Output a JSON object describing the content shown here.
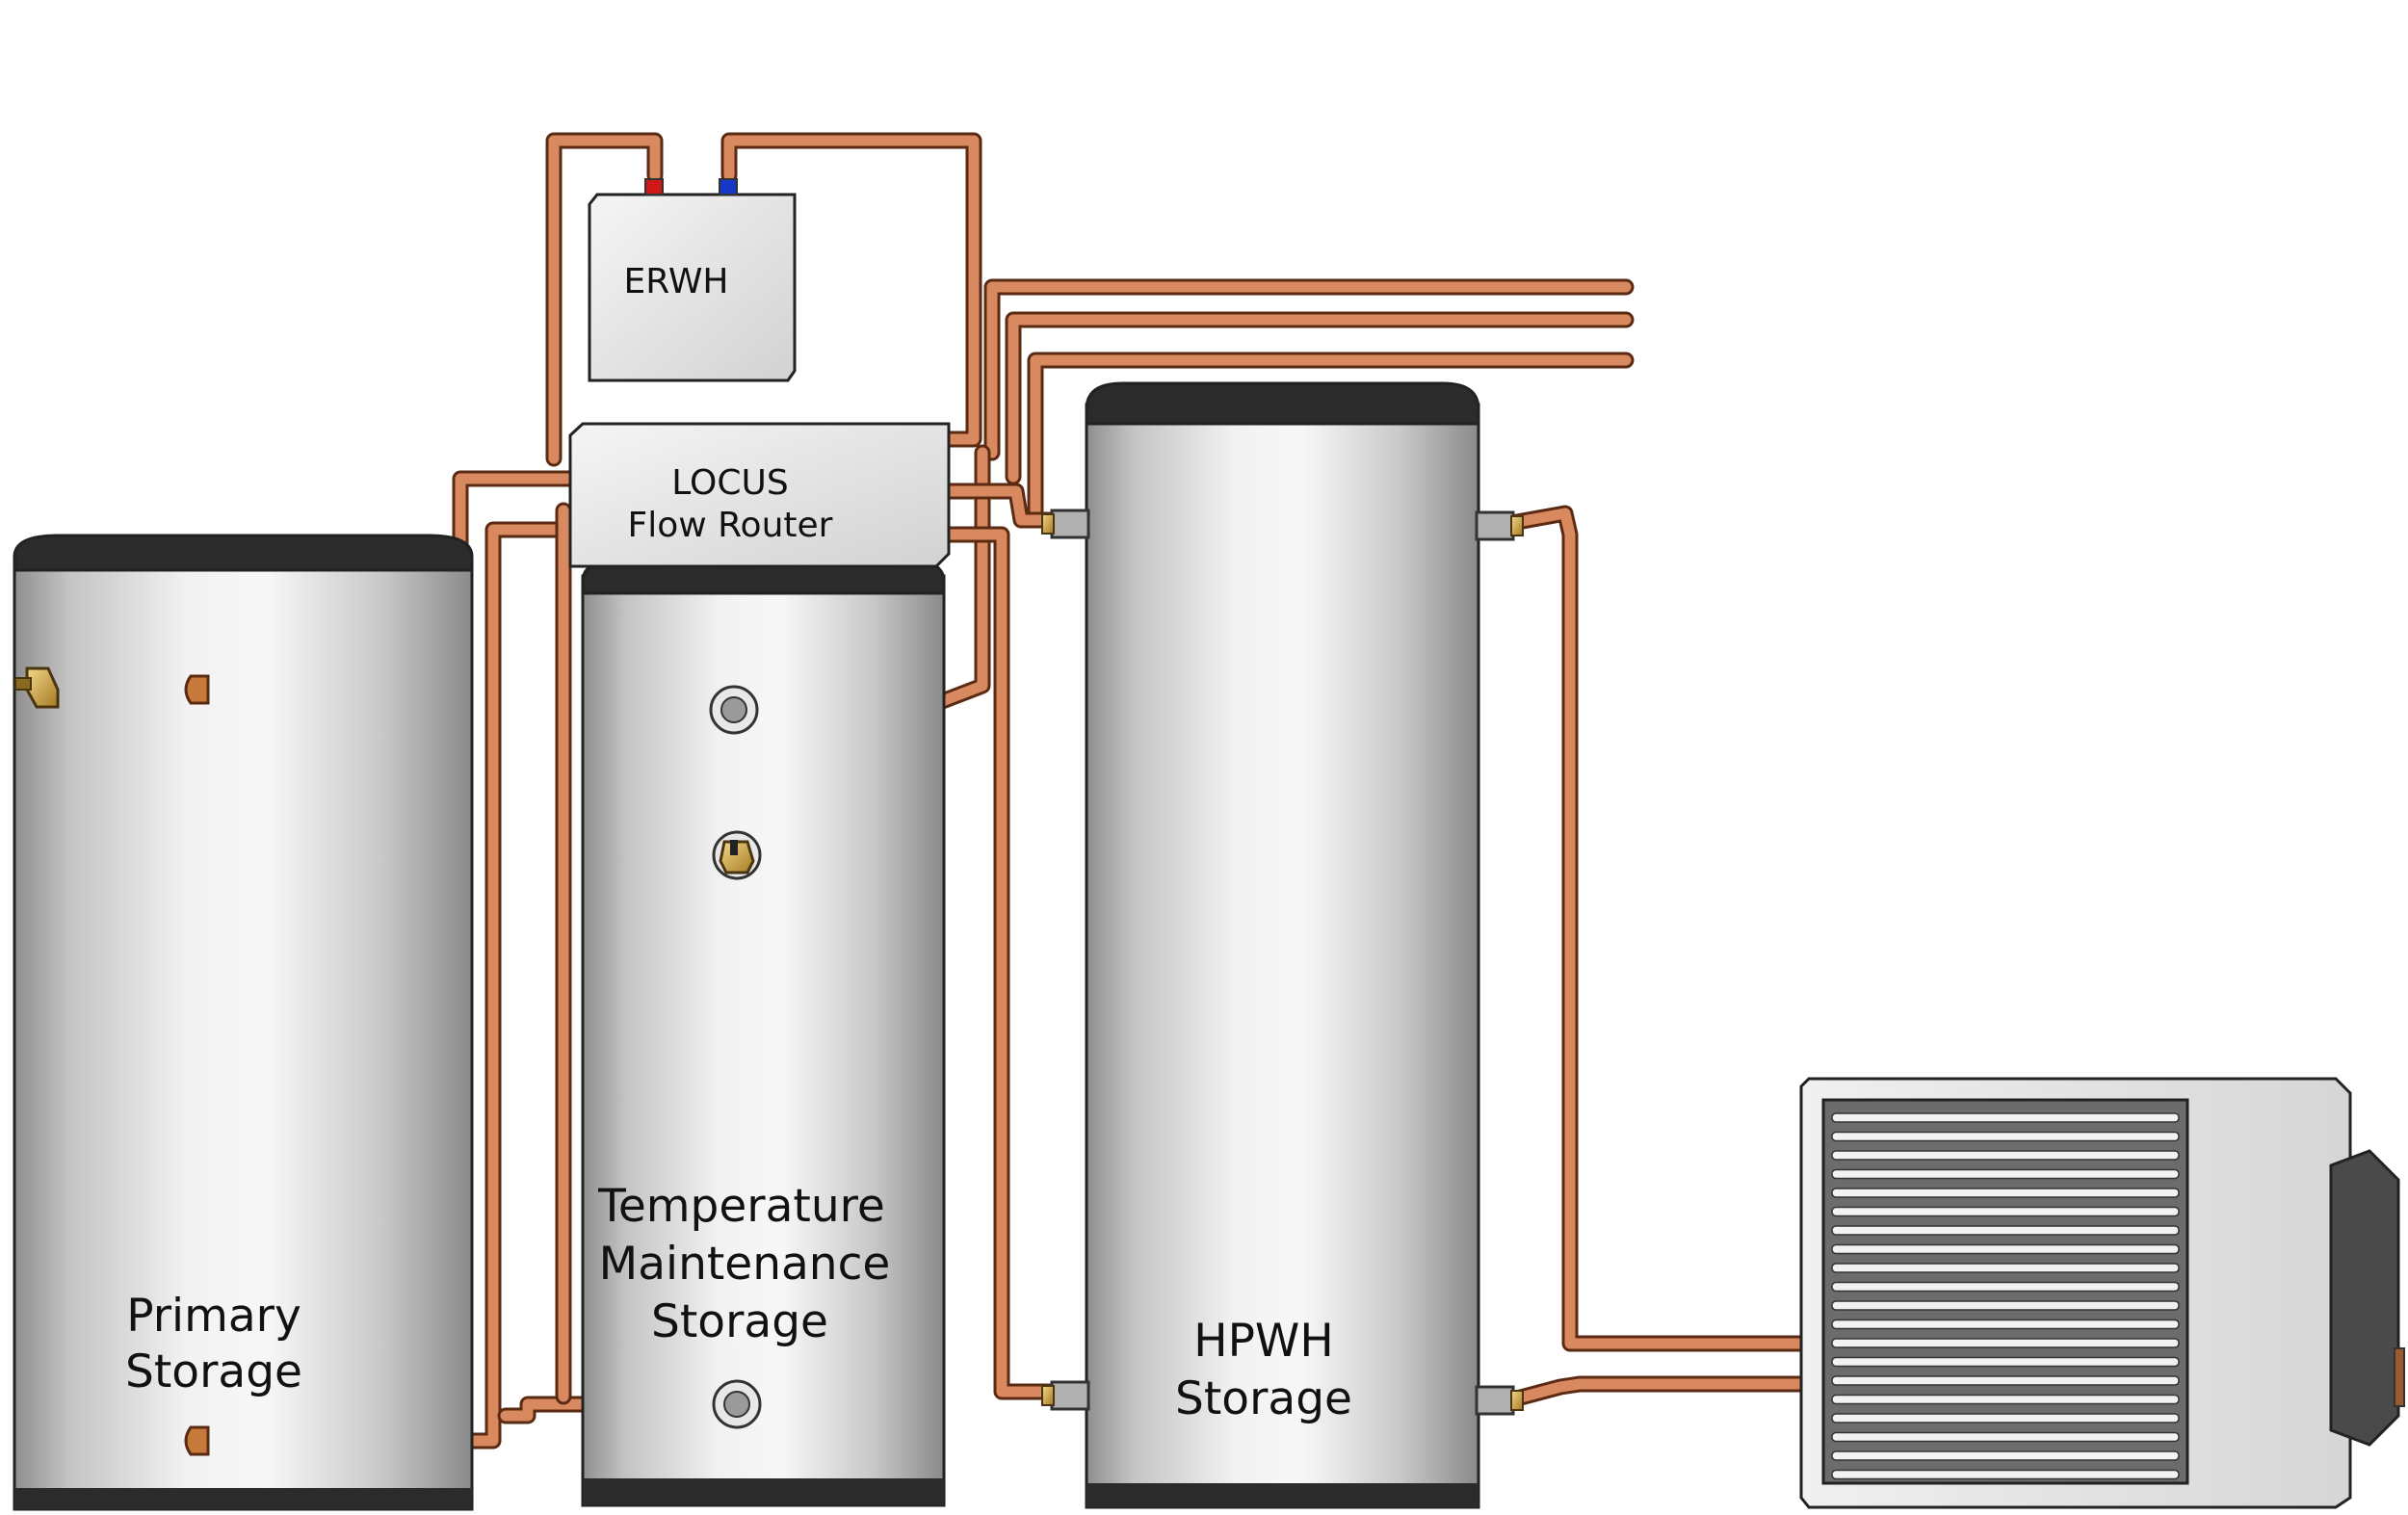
{
  "labels": {
    "erwh": "ERWH",
    "router_line1": "LOCUS",
    "router_line2": "Flow Router",
    "primary_line1": "Primary",
    "primary_line2": "Storage",
    "tm_line1": "Temperature",
    "tm_line2": "Maintenance",
    "tm_line3": "Storage",
    "hpwh_line1": "HPWH",
    "hpwh_line2": "Storage"
  },
  "colors": {
    "copper": "#d9895f",
    "tank_steel": "#e0e0e0",
    "tank_cap": "#2b2b2b",
    "hot_port": "#d01818",
    "cold_port": "#1838c8"
  },
  "icons": {
    "valve": "brass-valve-icon",
    "fitting": "pipe-fitting-icon",
    "fan_grille": "heat-pump-grille"
  }
}
